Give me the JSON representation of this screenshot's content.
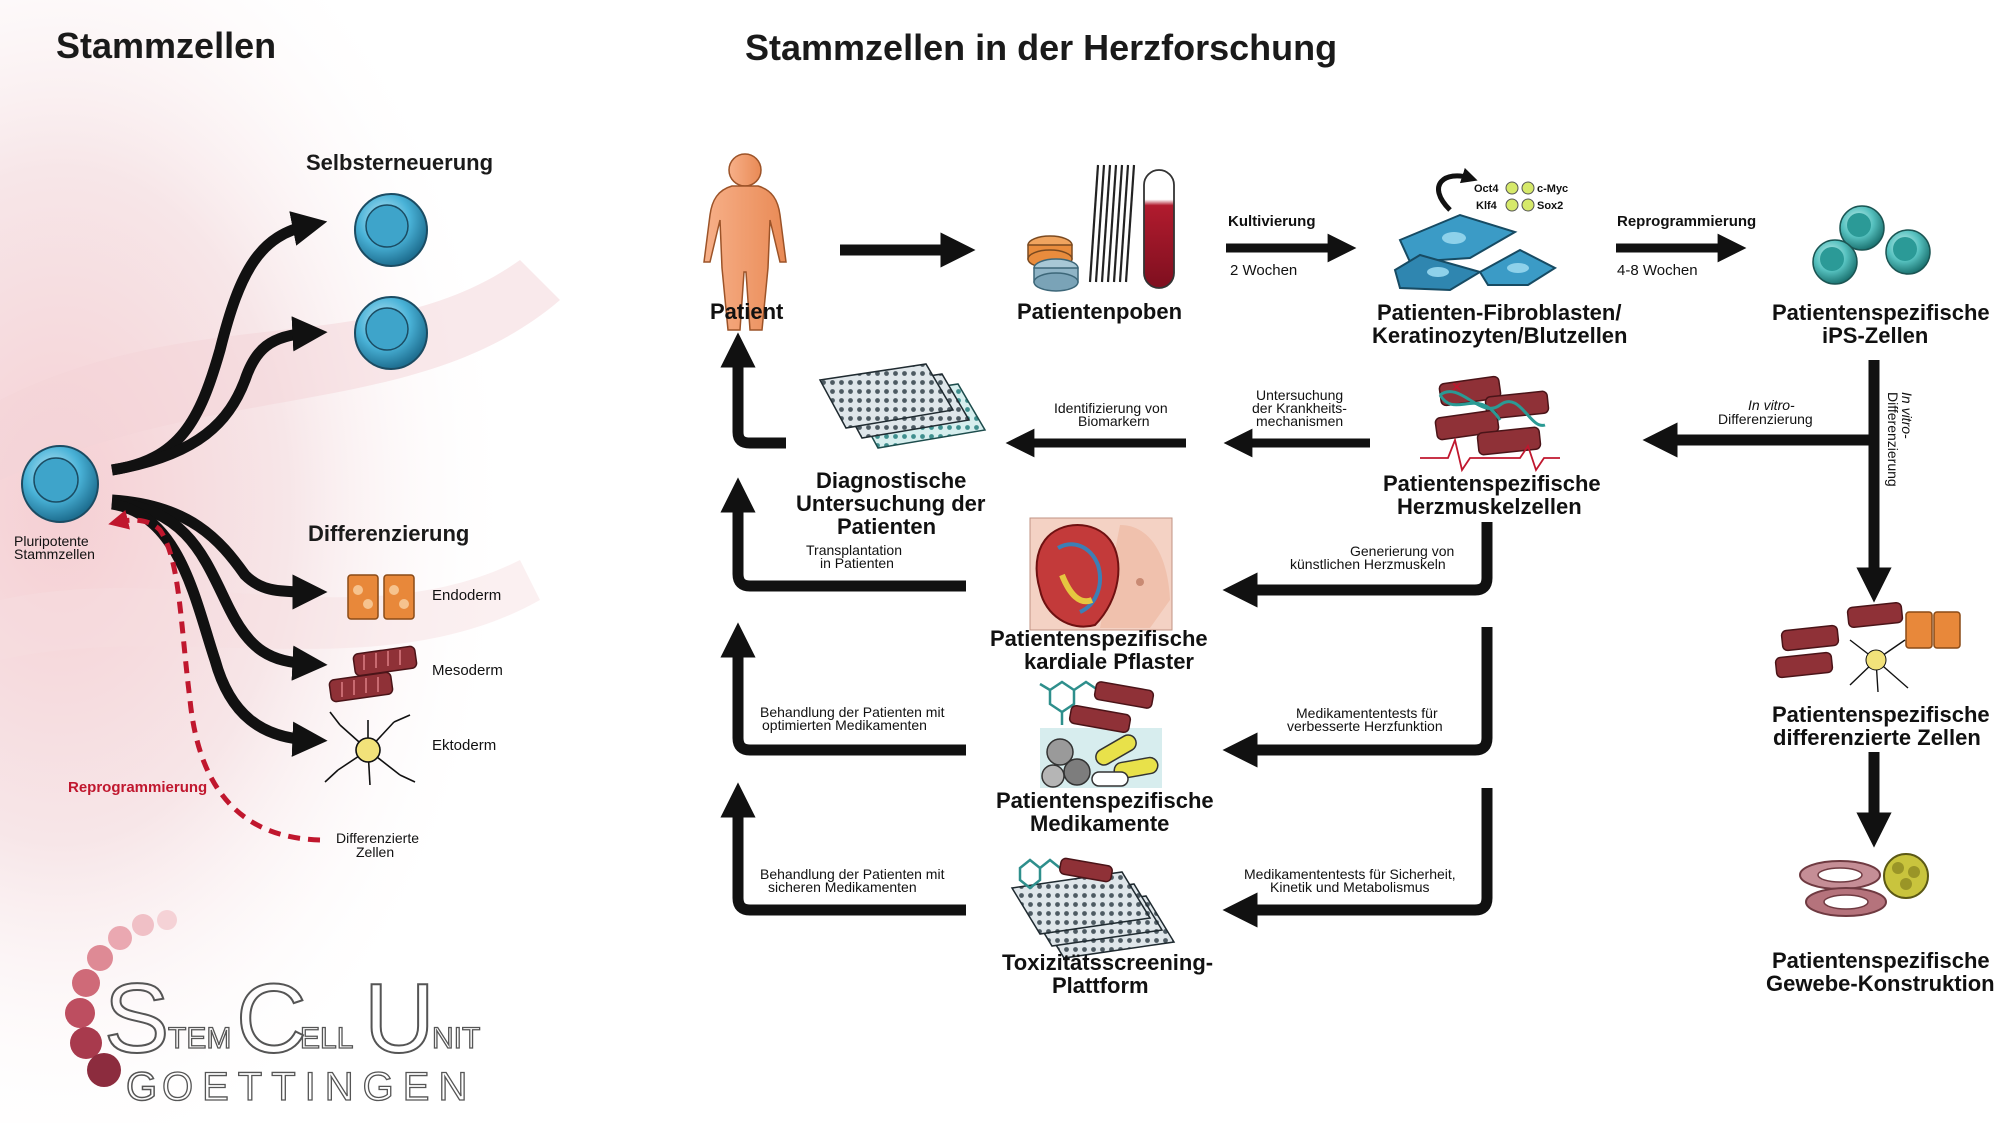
{
  "titles": {
    "left": "Stammzellen",
    "main": "Stammzellen in der Herzforschung"
  },
  "left_panel": {
    "self_renewal": "Selbsterneuerung",
    "differentiation": "Differenzierung",
    "pluripotent_line1": "Pluripotente",
    "pluripotent_line2": "Stammzellen",
    "endoderm": "Endoderm",
    "mesoderm": "Mesoderm",
    "ektoderm": "Ektoderm",
    "reprogramming": "Reprogrammierung",
    "diff_cells_line1": "Differenzierte",
    "diff_cells_line2": "Zellen"
  },
  "nodes": {
    "patient": "Patient",
    "samples": "Patientenpoben",
    "fibro_line1": "Patienten-Fibroblasten/",
    "fibro_line2": "Keratinozyten/Blutzellen",
    "ips_line1": "Patientenspezifische",
    "ips_line2": "iPS-Zellen",
    "cardio_line1": "Patientenspezifische",
    "cardio_line2": "Herzmuskelzellen",
    "diagnostic_line1": "Diagnostische",
    "diagnostic_line2": "Untersuchung der",
    "diagnostic_line3": "Patienten",
    "patch_line1": "Patientenspezifische",
    "patch_line2": "kardiale Pflaster",
    "drugs_line1": "Patientenspezifische",
    "drugs_line2": "Medikamente",
    "tox_line1": "Toxizitätsscreening-",
    "tox_line2": "Plattform",
    "diffcells_line1": "Patientenspezifische",
    "diffcells_line2": "differenzierte Zellen",
    "tissue_line1": "Patientenspezifische",
    "tissue_line2": "Gewebe-Konstruktion"
  },
  "factors": {
    "oct4": "Oct4",
    "cmyc": "c-Myc",
    "klf4": "Klf4",
    "sox2": "Sox2"
  },
  "edges": {
    "cultivation": "Kultivierung",
    "two_weeks": "2 Wochen",
    "reprogramming": "Reprogrammierung",
    "four_eight_weeks": "4-8 Wochen",
    "invitro_a_line1": "In vitro-",
    "invitro_a_line2": "Differenzierung",
    "invitro_b_line1": "In vitro-",
    "invitro_b_line2": "Differenzierung",
    "disease_line1": "Untersuchung",
    "disease_line2": "der Krankheits-",
    "disease_line3": "mechanismen",
    "biomarker_line1": "Identifizierung von",
    "biomarker_line2": "Biomarkern",
    "artificial_line1": "Generierung von",
    "artificial_line2": "künstlichen Herzmuskeln",
    "transplant_line1": "Transplantation",
    "transplant_line2": "in Patienten",
    "drugtest_line1": "Medikamententests für",
    "drugtest_line2": "verbesserte Herzfunktion",
    "treat_opt_line1": "Behandlung der Patienten mit",
    "treat_opt_line2": "optimierten Medikamenten",
    "safety_line1": "Medikamententests für Sicherheit,",
    "safety_line2": "Kinetik und Metabolismus",
    "treat_safe_line1": "Behandlung der Patienten mit",
    "treat_safe_line2": "sicheren Medikamenten"
  },
  "logo": {
    "s": "S",
    "tem": "TEM",
    "c": "C",
    "ell": "ELL",
    "u": "U",
    "nit": "NIT",
    "g": "G",
    "oettingen": "OETTINGEN"
  },
  "colors": {
    "arrow": "#111111",
    "cell_blue": "#4ab3d8",
    "muscle_red": "#8f3137",
    "endoderm_orange": "#e8883a",
    "reprogram_red": "#c0172e",
    "skin": "#f4a171"
  }
}
